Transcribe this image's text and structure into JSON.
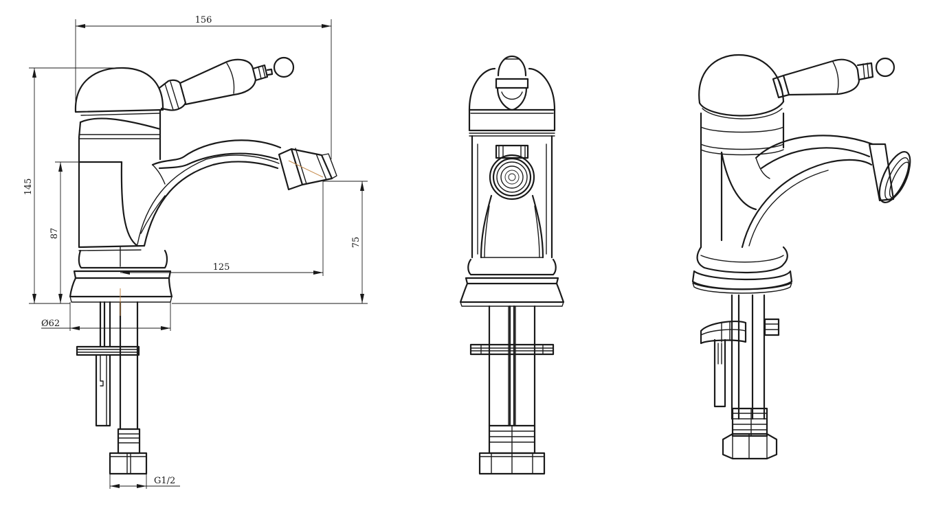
{
  "dimensions": {
    "total_width": "156",
    "total_height": "145",
    "body_height": "87",
    "spout_height": "75",
    "spout_reach": "125",
    "base_diameter": "Ø62",
    "thread": "G1/2"
  }
}
